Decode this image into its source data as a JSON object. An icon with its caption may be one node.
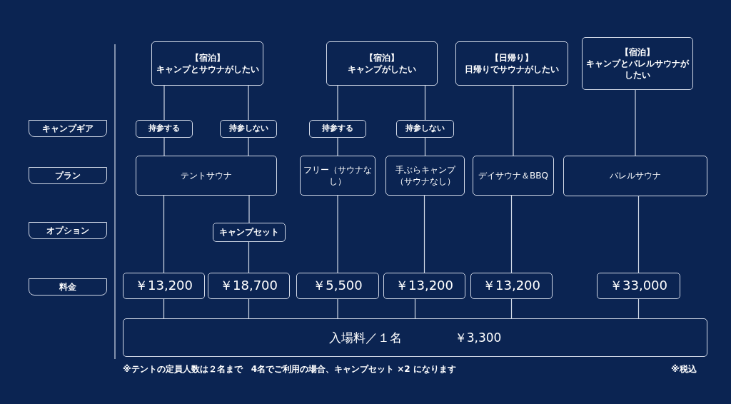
{
  "diagram": {
    "nodes": [
      {
        "text": [
          "キャンプギア"
        ]
      },
      {
        "text": [
          "プラン"
        ]
      },
      {
        "text": [
          "オプション"
        ]
      },
      {
        "text": [
          "料金"
        ]
      },
      {
        "text": [
          "【宿泊】",
          "キャンプとサウナがしたい"
        ]
      },
      {
        "text": [
          "【宿泊】",
          "キャンプがしたい"
        ]
      },
      {
        "text": [
          "【日帰り】",
          "日帰りでサウナがしたい"
        ]
      },
      {
        "text": [
          "【宿泊】",
          "キャンプとバレルサウナがしたい"
        ]
      },
      {
        "text": [
          "持参する"
        ]
      },
      {
        "text": [
          "持参しない"
        ]
      },
      {
        "text": [
          "持参する"
        ]
      },
      {
        "text": [
          "持参しない"
        ]
      },
      {
        "text": [
          "テントサウナ"
        ]
      },
      {
        "text": [
          "フリー（サウナなし）"
        ]
      },
      {
        "text": [
          "手ぶらキャンプ（サウナなし）"
        ]
      },
      {
        "text": [
          "デイサウナ＆BBQ"
        ]
      },
      {
        "text": [
          "バレルサウナ"
        ]
      },
      {
        "text": [
          "キャンプセット"
        ]
      },
      {
        "text": [
          "￥13,200"
        ]
      },
      {
        "text": [
          "￥18,700"
        ]
      },
      {
        "text": [
          "￥5,500"
        ]
      },
      {
        "text": [
          "￥13,200"
        ]
      },
      {
        "text": [
          "￥13,200"
        ]
      },
      {
        "text": [
          "￥33,000"
        ]
      },
      {
        "text": [
          "入場料／１名",
          "￥3,300"
        ]
      }
    ],
    "edges": [
      {
        "from": 4,
        "to": 8,
        "arrow": "none"
      },
      {
        "from": 4,
        "to": 9,
        "arrow": "none"
      },
      {
        "from": 5,
        "to": 10,
        "arrow": "none"
      },
      {
        "from": 5,
        "to": 11,
        "arrow": "none"
      },
      {
        "from": 6,
        "to": 15,
        "arrow": "none"
      },
      {
        "from": 7,
        "to": 16,
        "arrow": "none"
      },
      {
        "from": 8,
        "to": 12,
        "arrow": "none"
      },
      {
        "from": 9,
        "to": 12,
        "arrow": "none"
      },
      {
        "from": 10,
        "to": 13,
        "arrow": "none"
      },
      {
        "from": 11,
        "to": 14,
        "arrow": "none"
      },
      {
        "from": 12,
        "to": 18,
        "arrow": "none"
      },
      {
        "from": 12,
        "to": 17,
        "arrow": "none"
      },
      {
        "from": 17,
        "to": 19,
        "arrow": "none"
      },
      {
        "from": 13,
        "to": 20,
        "arrow": "none"
      },
      {
        "from": 14,
        "to": 21,
        "arrow": "none"
      },
      {
        "from": 15,
        "to": 22,
        "arrow": "none"
      },
      {
        "from": 16,
        "to": 23,
        "arrow": "none"
      },
      {
        "from": 18,
        "to": 24,
        "arrow": "none"
      },
      {
        "from": 19,
        "to": 24,
        "arrow": "none"
      },
      {
        "from": 20,
        "to": 24,
        "arrow": "none"
      },
      {
        "from": 21,
        "to": 24,
        "arrow": "none"
      },
      {
        "from": 22,
        "to": 24,
        "arrow": "none"
      },
      {
        "from": 23,
        "to": 24,
        "arrow": "none"
      }
    ],
    "labels": [
      "※テントの定員人数は２名まで　4名でご利用の場合、キャンプセット ×2 になります",
      "※税込"
    ]
  }
}
